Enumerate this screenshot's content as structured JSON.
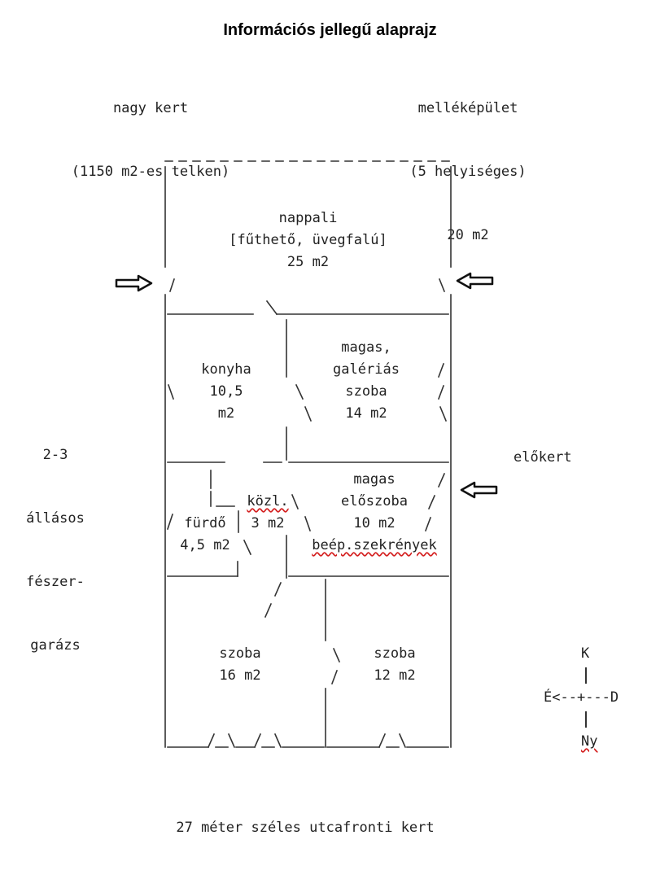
{
  "title": "Információs jellegű alaprajz",
  "top_left": {
    "line1": "nagy kert",
    "line2": "(1150 m2-es telken)"
  },
  "top_right": {
    "line1": "melléképület",
    "line2": "(5 helyiséges)",
    "line3": "20 m2"
  },
  "left_label": {
    "line1": "2-3",
    "line2": "állásos",
    "line3": "fészer-",
    "line4": "garázs"
  },
  "right_label": "előkert",
  "bottom_label": "27 méter széles utcafronti kert",
  "rooms": {
    "nappali": {
      "name": "nappali",
      "note": "[fűthető, üvegfalú]",
      "area": "25 m2"
    },
    "konyha": {
      "name": "konyha",
      "size": "10,5",
      "unit": "m2"
    },
    "galleria": {
      "line1": "magas,",
      "line2": "galériás",
      "line3": "szoba",
      "area": "14 m2"
    },
    "eloszoba": {
      "line1": "magas",
      "line2": "előszoba",
      "area": "10 m2",
      "note": "beép.szekrények"
    },
    "kozl": {
      "name": "közl.",
      "area": "3 m2"
    },
    "furdo": {
      "name": "fürdő",
      "area": "4,5 m2"
    },
    "szoba1": {
      "name": "szoba",
      "area": "16 m2"
    },
    "szoba2": {
      "name": "szoba",
      "area": "12 m2"
    }
  },
  "compass": {
    "north": "K",
    "west": "É",
    "east": "D",
    "south": "Ny",
    "arrow_text": "<--+---"
  }
}
